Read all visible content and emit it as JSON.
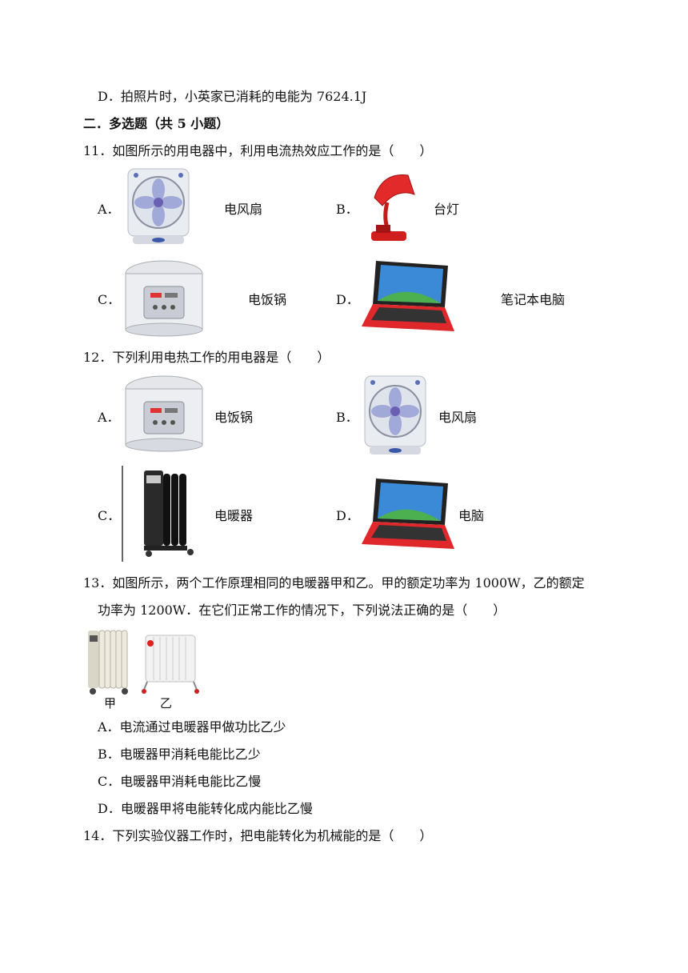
{
  "top_option_d": "D．拍照片时，小英家已消耗的电能为 7624.1J",
  "section_title": "二．多选题（共 5 小题）",
  "q11": {
    "stem": "11．如图所示的用电器中，利用电流热效应工作的是（　　）",
    "options": [
      {
        "letter": "A．",
        "caption": "电风扇",
        "icon": "box-fan-icon"
      },
      {
        "letter": "B．",
        "caption": "台灯",
        "icon": "desk-lamp-icon"
      },
      {
        "letter": "C．",
        "caption": "电饭锅",
        "icon": "rice-cooker-icon"
      },
      {
        "letter": "D．",
        "caption": "笔记本电脑",
        "icon": "laptop-icon"
      }
    ]
  },
  "q12": {
    "stem": "12．下列利用电热工作的用电器是（　　）",
    "options": [
      {
        "letter": "A．",
        "caption": "电饭锅",
        "icon": "rice-cooker-icon"
      },
      {
        "letter": "B．",
        "caption": "电风扇",
        "icon": "box-fan-icon"
      },
      {
        "letter": "C．",
        "caption": "电暖器",
        "icon": "oil-heater-icon"
      },
      {
        "letter": "D．",
        "caption": "电脑",
        "icon": "laptop-icon"
      }
    ]
  },
  "q13": {
    "stem_line1": "13．如图所示，两个工作原理相同的电暖器甲和乙。甲的额定功率为 1000W，乙的额定",
    "stem_line2": "功率为 1200W．在它们正常工作的情况下，下列说法正确的是（　　）",
    "figure_labels": [
      "甲",
      "乙"
    ],
    "options": [
      "A．电流通过电暖器甲做功比乙少",
      "B．电暖器甲消耗电能比乙少",
      "C．电暖器甲消耗电能比乙慢",
      "D．电暖器甲将电能转化成内能比乙慢"
    ]
  },
  "q14": {
    "stem": "14．下列实验仪器工作时，把电能转化为机械能的是（　　）"
  }
}
